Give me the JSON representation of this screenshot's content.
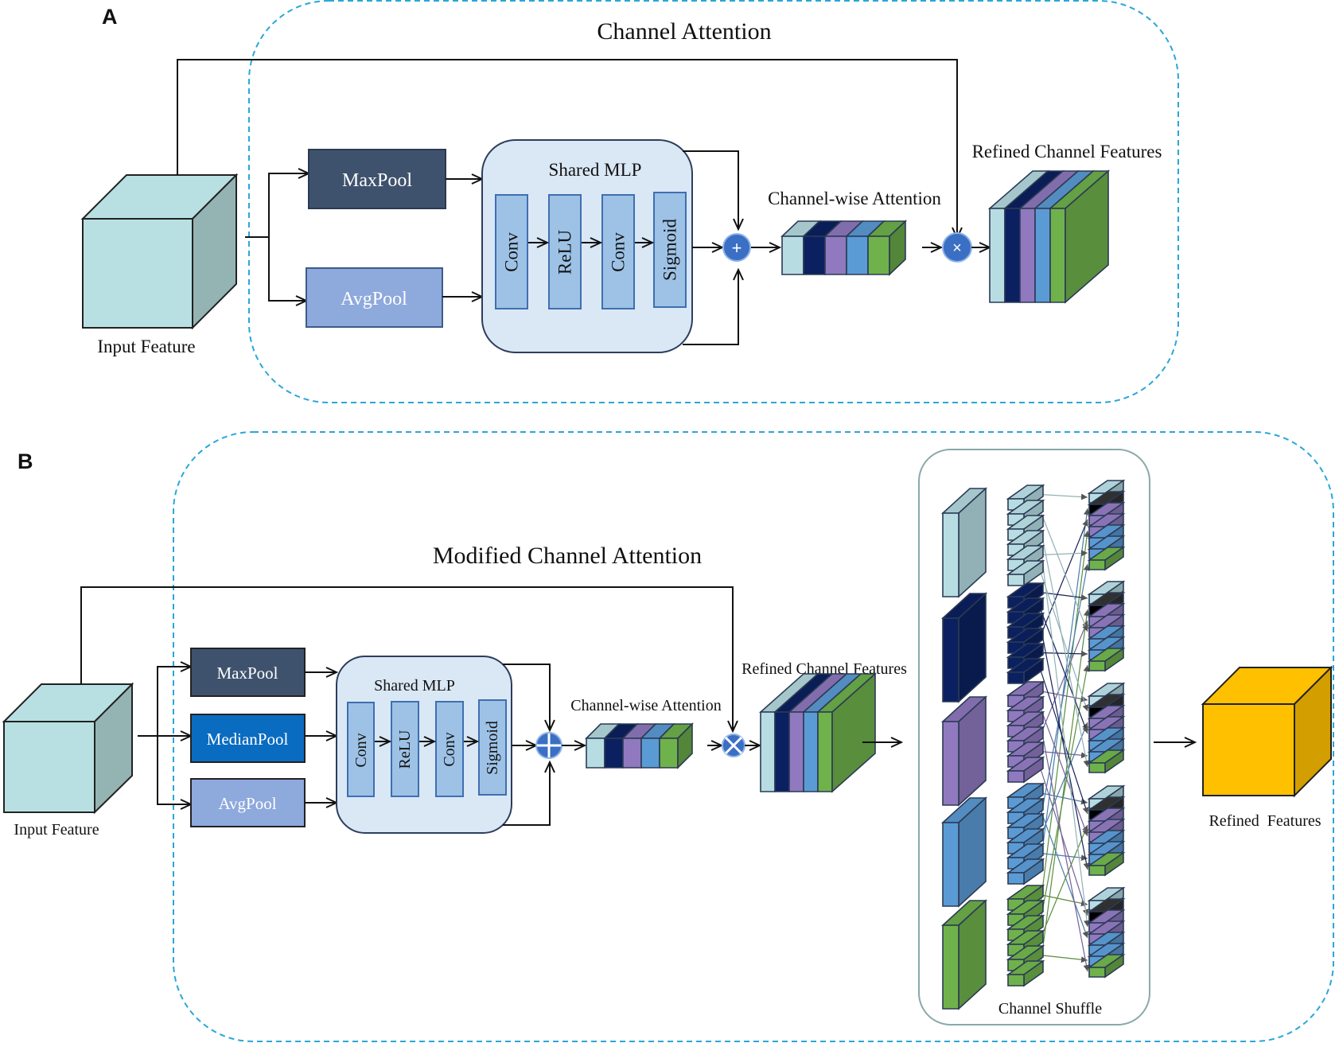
{
  "panel_a": {
    "letter": "A",
    "title": "Channel Attention",
    "input_label": "Input Feature",
    "maxpool": "MaxPool",
    "avgpool": "AvgPool",
    "mlp_title": "Shared MLP",
    "mlp_layers": [
      "Conv",
      "ReLU",
      "Conv",
      "Sigmoid"
    ],
    "attention_label": "Channel-wise Attention",
    "refined_label": "Refined Channel Features",
    "add_symbol": "+",
    "mul_symbol": "×"
  },
  "panel_b": {
    "letter": "B",
    "title": "Modified Channel Attention",
    "input_label": "Input Feature",
    "maxpool": "MaxPool",
    "medianpool": "MedianPool",
    "avgpool": "AvgPool",
    "mlp_title": "Shared MLP",
    "mlp_layers": [
      "Conv",
      "ReLU",
      "Conv",
      "Sigmoid"
    ],
    "attention_label": "Channel-wise Attention",
    "refined_label": "Refined Channel Features",
    "shuffle_label": "Channel Shuffle",
    "output_label": "Refined  Features"
  },
  "colors": {
    "dashed_border": "#2aa7d8",
    "cube_face": "#b8e0e2",
    "cube_side": "#94b4b4",
    "maxpool": "#3f526d",
    "medianpool": "#0a6cc0",
    "avgpool": "#8ea9dc",
    "mlp_bg": "#dae7f5",
    "layer_fill": "#9dc2e6",
    "op_circle": "#3a6fc4",
    "channel_colors": [
      "#b7dde3",
      "#0b2060",
      "#9079bf",
      "#5b9bd5",
      "#6fb24b"
    ],
    "output_cube": "#ffc000"
  }
}
